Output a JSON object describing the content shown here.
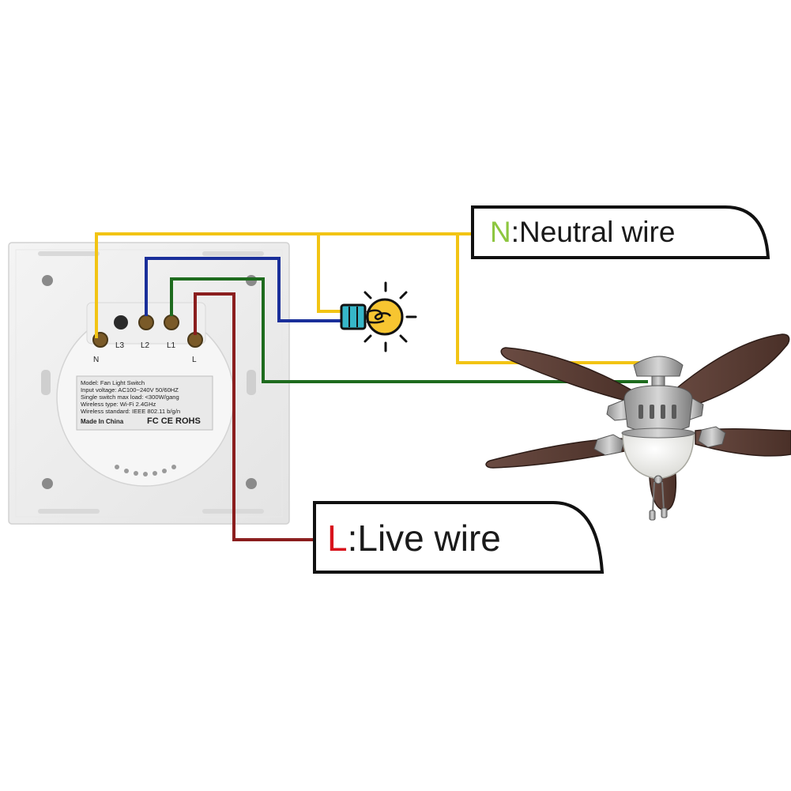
{
  "switch": {
    "terminals": [
      "N",
      "L3",
      "L2",
      "L1",
      "L"
    ],
    "spec_label": [
      "Model: Fan Light Switch",
      "Input voltage: AC100~240V  50/60HZ",
      "Single switch max load: <300W/gang",
      "Wireless type: Wi-Fi 2.4GHz",
      "Wireless standard: IEEE 802.11 b/g/n",
      "Made In China"
    ],
    "cert_marks": "FC CE ROHS"
  },
  "neutral_label": {
    "key": "N",
    "sep": ":",
    "text": "Neutral wire"
  },
  "live_label": {
    "key": "L",
    "sep": ":",
    "text": "Live wire"
  },
  "colors": {
    "neutral": "#f2c414",
    "live": "#8b1e1e",
    "light_wire": "#1a2f9a",
    "fan_wire": "#1e6b1e",
    "neutral_key": "#8dc63f",
    "live_key": "#d8141c"
  },
  "icons": [
    "bulb-icon",
    "ceiling-fan-icon"
  ]
}
